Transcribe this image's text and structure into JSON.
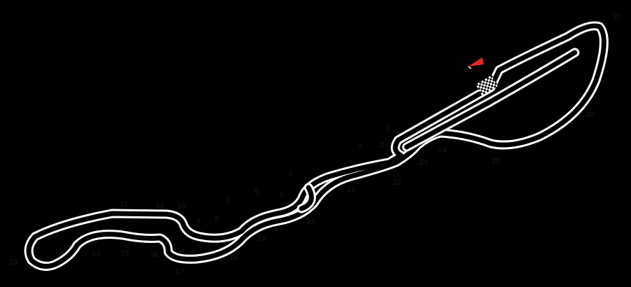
{
  "colors": {
    "background": "#000000",
    "track_outline": "#ffffff",
    "track_surface": "#000000",
    "label": "#111111",
    "flag": "#e8262a"
  },
  "icons": {
    "start_finish": "checkered-flag-icon",
    "pole_marker": "red-flag-icon"
  },
  "turns": [
    "1",
    "2",
    "3",
    "4",
    "5",
    "6",
    "7",
    "8",
    "9",
    "10",
    "11",
    "12",
    "13",
    "14",
    "15",
    "16",
    "17",
    "18",
    "19",
    "20",
    "21",
    "22",
    "23",
    "24",
    "25",
    "26",
    "27"
  ]
}
